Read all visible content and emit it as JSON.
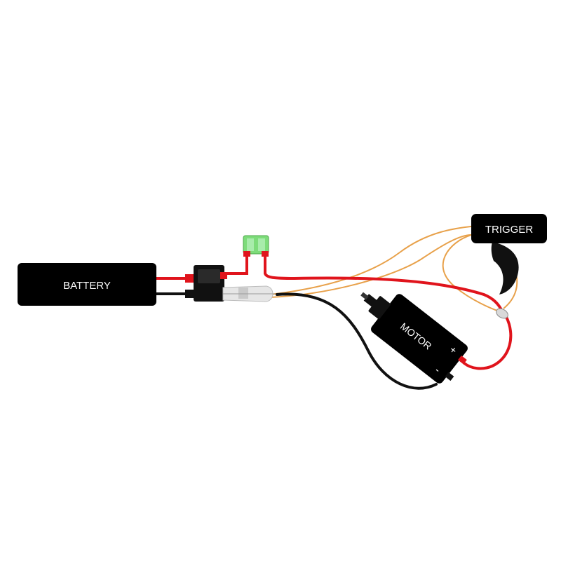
{
  "labels": {
    "battery": "BATTERY",
    "trigger": "TRIGGER",
    "motor": "MOTOR",
    "motor_plus": "+",
    "motor_minus": "-"
  },
  "colors": {
    "background": "#ffffff",
    "component_body": "#000000",
    "wire_positive": "#e0141c",
    "wire_negative": "#111111",
    "wire_signal": "#e8a14a",
    "fuse": "#7ddc7a",
    "heatshrink": "#e6e6e6"
  }
}
